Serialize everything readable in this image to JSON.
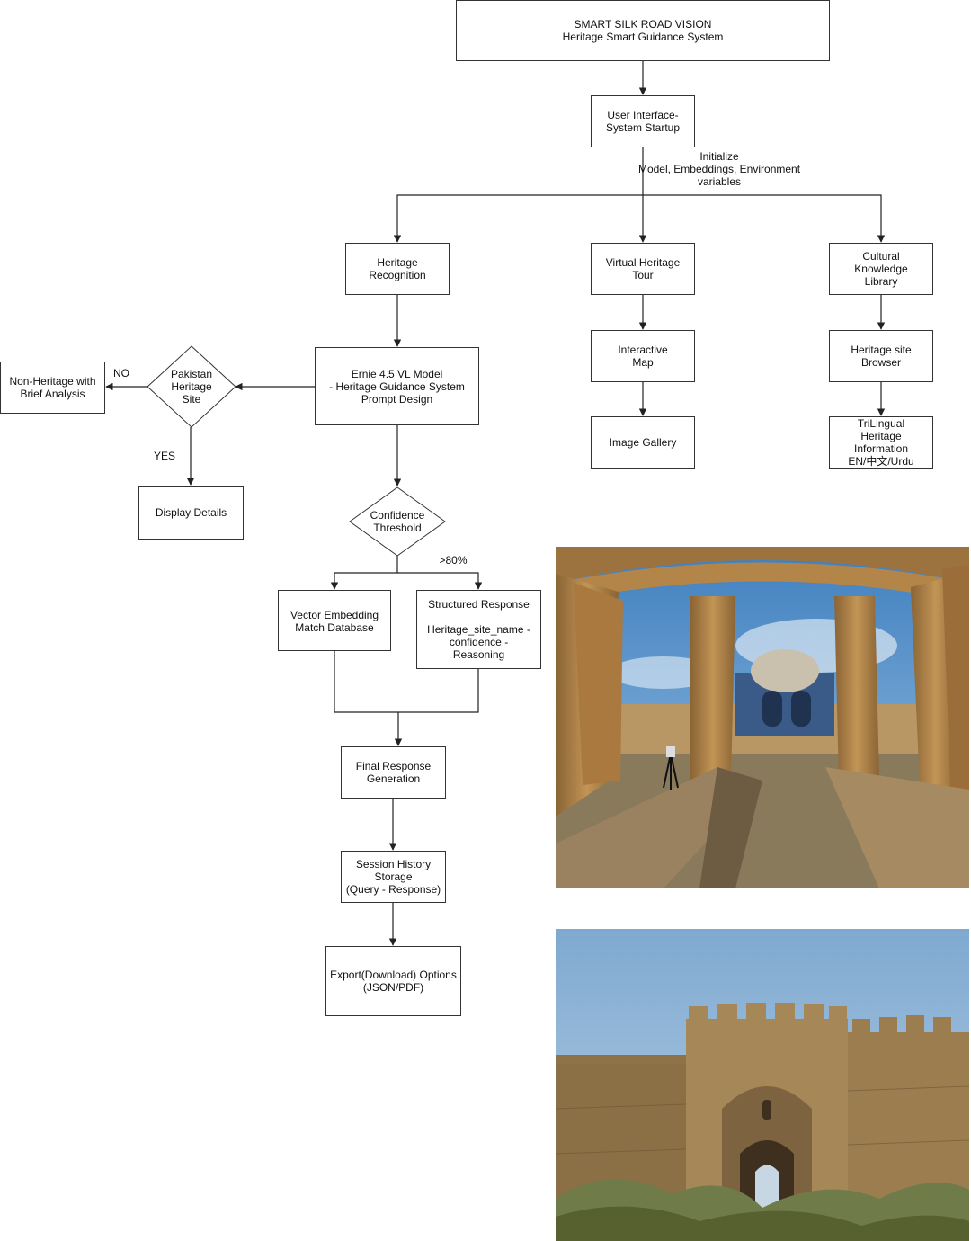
{
  "title": {
    "line1": "SMART SILK ROAD VISION",
    "line2": "Heritage Smart Guidance System"
  },
  "nodes": {
    "startup": [
      "User Interface-",
      "System Startup"
    ],
    "heritage_recognition": [
      "Heritage",
      "Recognition"
    ],
    "virtual_tour": [
      "Virtual Heritage",
      "Tour"
    ],
    "knowledge_library": [
      "Cultural",
      "Knowledge",
      "Library"
    ],
    "ernie_model": [
      "Ernie 4.5 VL Model",
      "- Heritage Guidance System",
      "Prompt Design"
    ],
    "interactive_map": [
      "Interactive",
      "Map"
    ],
    "site_browser": [
      "Heritage site",
      "Browser"
    ],
    "image_gallery": [
      "Image Gallery"
    ],
    "trilingual_info": [
      "TriLingual",
      "Heritage",
      "Information",
      "EN/中文/Urdu"
    ],
    "non_heritage": [
      "Non-Heritage with",
      "Brief Analysis"
    ],
    "display_details": [
      "Display Details"
    ],
    "vector_embedding": [
      "Vector Embedding",
      "Match Database"
    ],
    "structured_response": [
      "Structured Response",
      "",
      "Heritage_site_name -",
      "confidence -",
      "Reasoning"
    ],
    "final_response": [
      "Final Response",
      "Generation"
    ],
    "session_history": [
      "Session History",
      "Storage",
      "(Query - Response)"
    ],
    "export_options": [
      "Export(Download) Options",
      "(JSON/PDF)"
    ]
  },
  "decisions": {
    "pakistan_site": [
      "Pakistan",
      "Heritage",
      "Site"
    ],
    "confidence": [
      "Confidence",
      "Threshold"
    ]
  },
  "edge_labels": {
    "initialize": [
      "Initialize",
      "Model, Embeddings, Environment",
      "variables"
    ],
    "no": "NO",
    "yes": "YES",
    "threshold": ">80%"
  },
  "photos": [
    {
      "subject": "mausoleum-pavilion",
      "colors": {
        "sky": "#4f8fc7",
        "stone": "#b0834a",
        "dome": "#c9c0ae",
        "tile": "#3a5b88",
        "ground": "#8a7a5c"
      }
    },
    {
      "subject": "fort-gate",
      "colors": {
        "sky": "#8fb4d6",
        "stone": "#a68757",
        "shadow": "#5a4630",
        "grass": "#7a8a52"
      }
    }
  ]
}
